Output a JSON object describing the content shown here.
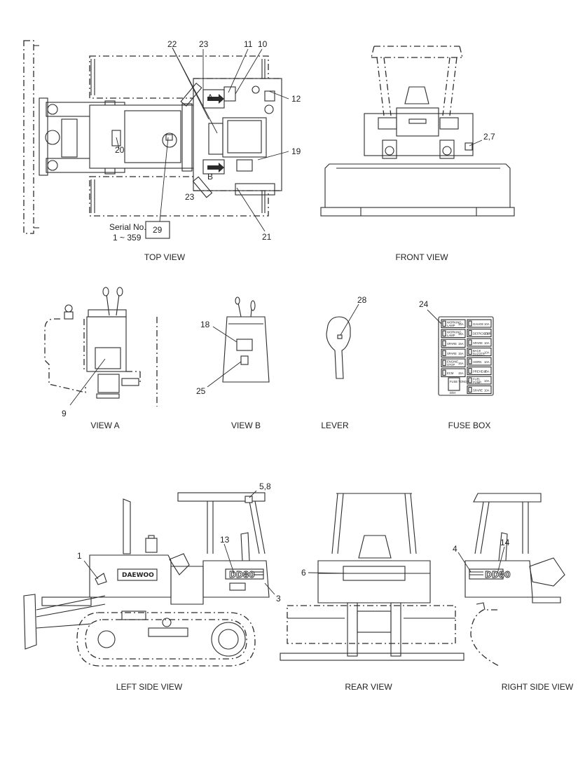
{
  "views": {
    "top": "TOP VIEW",
    "front": "FRONT VIEW",
    "view_a": "VIEW  A",
    "view_b": "VIEW  B",
    "lever": "LEVER",
    "fuse_box": "FUSE BOX",
    "left_side": "LEFT SIDE VIEW",
    "rear": "REAR VIEW",
    "right_side": "RIGHT SIDE VIEW"
  },
  "serial": {
    "label": "Serial No.",
    "range": "1 ~ 359",
    "part": "29"
  },
  "callouts": {
    "c1": "1",
    "c2_7": "2,7",
    "c3": "3",
    "c4": "4",
    "c5_8": "5,8",
    "c6": "6",
    "c9": "9",
    "c10": "10",
    "c11": "11",
    "c12": "12",
    "c13": "13",
    "c14": "14",
    "c18": "18",
    "c19": "19",
    "c20": "20",
    "c21": "21",
    "c22": "22",
    "c23a": "23",
    "c23b": "23",
    "c24": "24",
    "c25": "25",
    "c28": "28"
  },
  "view_markers": {
    "a": "A",
    "b": "B"
  },
  "decals": {
    "brand": "DAEWOO",
    "model": "DD80"
  },
  "fuse_box": {
    "left": [
      {
        "name": "WORKING LAMP",
        "amp": "15A"
      },
      {
        "name": "WORKING LAMP",
        "amp": "15A"
      },
      {
        "name": "SPARE",
        "amp": "15A"
      },
      {
        "name": "SPARE",
        "amp": "15A"
      },
      {
        "name": "ENGINE STOP",
        "amp": "15A"
      },
      {
        "name": "ECM",
        "amp": "15A"
      }
    ],
    "right": [
      {
        "name": "GAUGE",
        "amp": "10A"
      },
      {
        "name": "DEFROSTER",
        "amp": "10A"
      },
      {
        "name": "SPARE",
        "amp": "10A"
      },
      {
        "name": "BACK BUZZER",
        "amp": "10A"
      },
      {
        "name": "HORN",
        "amp": "10A"
      },
      {
        "name": "PREHEAT",
        "amp": "10A"
      },
      {
        "name": "FUEL PUMP",
        "amp": "10A"
      },
      {
        "name": "SPARE",
        "amp": "10A"
      }
    ],
    "tongs_label": "FUSE TONGS",
    "footer": "D/IH"
  }
}
